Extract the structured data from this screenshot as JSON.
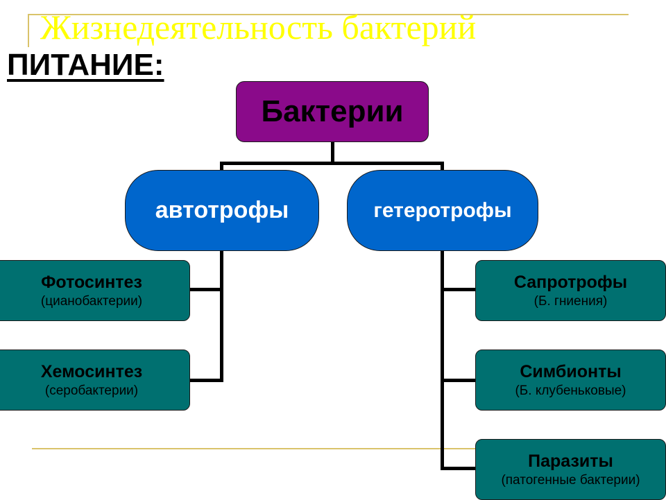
{
  "title": "Жизнедеятельность  бактерий",
  "subtitle": "ПИТАНИЕ:",
  "diagram": {
    "root": "Бактерии",
    "branches": [
      {
        "label": "автотрофы",
        "children": [
          {
            "main": "Фотосинтез",
            "sub": "(цианобактерии)"
          },
          {
            "main": "Хемосинтез",
            "sub": "(серобактерии)"
          }
        ]
      },
      {
        "label": "гетеротрофы",
        "children": [
          {
            "main": "Сапротрофы",
            "sub": "(Б. гниения)"
          },
          {
            "main": "Симбионты",
            "sub": "(Б. клубеньковые)"
          },
          {
            "main": "Паразиты",
            "sub": "(патогенные бактерии)"
          }
        ]
      }
    ],
    "colors": {
      "root": "#8a0a8a",
      "level1": "#0066cc",
      "leaf": "#007070",
      "title": "#ffff00"
    }
  }
}
